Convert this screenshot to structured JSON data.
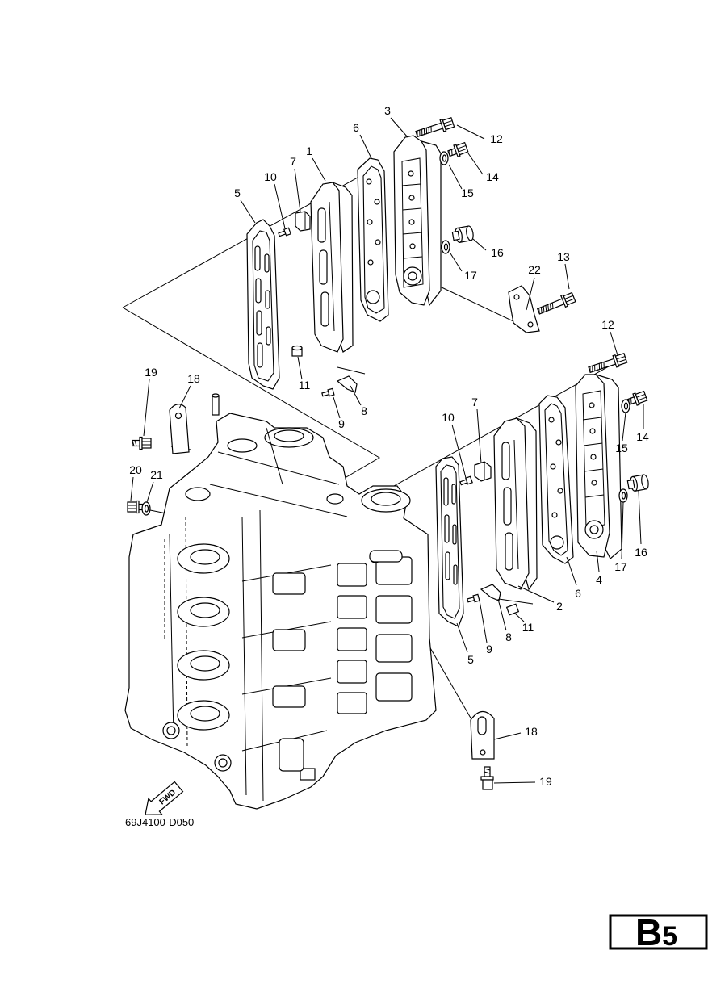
{
  "callouts": [
    "3",
    "6",
    "1",
    "7",
    "10",
    "5",
    "12",
    "14",
    "15",
    "16",
    "17",
    "22",
    "13",
    "11",
    "9",
    "8",
    "12",
    "19",
    "18",
    "20",
    "21",
    "10",
    "7",
    "15",
    "14",
    "16",
    "17",
    "4",
    "6",
    "2",
    "11",
    "8",
    "9",
    "5",
    "18",
    "19"
  ],
  "diagram_code": "69J4100-D050",
  "fwd_label": "FWD",
  "page_tab": {
    "letter": "B",
    "number": "5"
  },
  "colors": {
    "ink": "#000000",
    "paper": "#ffffff"
  },
  "icons": {
    "direction_arrow": "fwd-arrow-icon"
  }
}
